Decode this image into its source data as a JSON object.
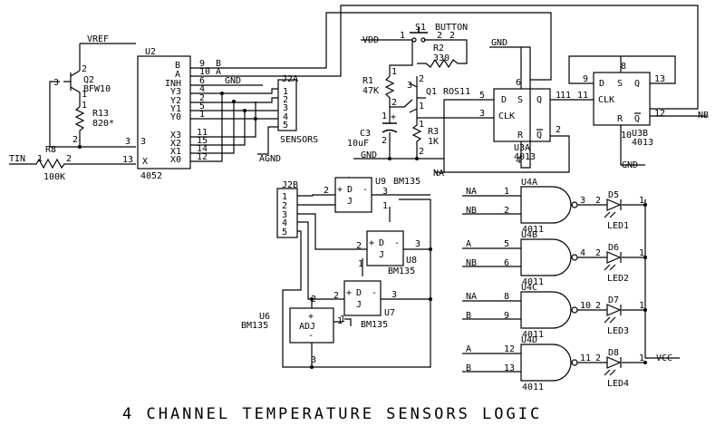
{
  "title": "4 CHANNEL TEMPERATURE SENSORS LOGIC",
  "u2": {
    "ref": "U2",
    "part": "4052",
    "pins_right": [
      "9",
      "10",
      "6",
      "4",
      "2",
      "5",
      "1",
      "11",
      "15",
      "14",
      "12"
    ],
    "names": [
      "B",
      "A",
      "INH",
      "Y3",
      "Y2",
      "Y1",
      "Y0",
      "X3",
      "X2",
      "X1",
      "X0"
    ],
    "pin3": "3",
    "pin13": "13",
    "x": "X",
    "b": "B",
    "a": "A",
    "gnd": "GND"
  },
  "q2": {
    "ref": "Q2",
    "part": "BFW10",
    "p3": "3",
    "p2": "2",
    "p1": "1"
  },
  "vref": "VREF",
  "r13": {
    "ref": "R13",
    "val": "820*",
    "p1": "1",
    "p2": "2"
  },
  "r8": {
    "ref": "R8",
    "val": "100K",
    "p1": "1",
    "p2": "2"
  },
  "tin": "TIN",
  "j2a": {
    "ref": "J2A",
    "label": "SENSORS",
    "pins": [
      "1",
      "2",
      "3",
      "4",
      "5"
    ]
  },
  "agnd": "AGND",
  "s1": {
    "ref": "S1",
    "label": "BUTTON",
    "p1": "1",
    "p2": "2"
  },
  "vdd": "VDD",
  "r2": {
    "ref": "R2",
    "val": "330",
    "p": "2"
  },
  "r1": {
    "ref": "R1",
    "val": "47K",
    "p1": "1",
    "p2": "2"
  },
  "q1": {
    "ref": "Q1",
    "part": "ROS11",
    "p3": "3",
    "p2": "2",
    "p1": "1"
  },
  "c3": {
    "ref": "C3",
    "val": "10uF",
    "p1": "1",
    "p2": "2"
  },
  "r3": {
    "ref": "R3",
    "val": "1K",
    "p1": "1",
    "p2": "2"
  },
  "gnd": "GND",
  "u3a": {
    "ref": "U3A",
    "part": "4013",
    "d": "D",
    "s": "S",
    "q": "Q",
    "clk": "CLK",
    "r": "R",
    "qb": "Q",
    "p5": "5",
    "p6": "6",
    "p1": "1",
    "p3": "3",
    "p4": "4",
    "p2": "2"
  },
  "u3b": {
    "ref": "U3B",
    "part": "4013",
    "d": "D",
    "s": "S",
    "q": "Q",
    "clk": "CLK",
    "r": "R",
    "qb": "Q",
    "p9": "9",
    "p8": "8",
    "p13": "13",
    "p11": "11",
    "p10": "10",
    "p12": "12"
  },
  "na": "NA",
  "nb": "NB",
  "j2b": {
    "ref": "J2B",
    "pins": [
      "1",
      "2",
      "3",
      "4",
      "5"
    ]
  },
  "u9": {
    "ref": "U9",
    "part": "BM135",
    "p2": "2",
    "p3": "3",
    "p1": "1"
  },
  "u8": {
    "ref": "U8",
    "part": "BM135",
    "p2": "2",
    "p3": "3",
    "p1": "1"
  },
  "u7": {
    "ref": "U7",
    "part": "BM135",
    "p2": "2",
    "p3": "3",
    "p1": "1"
  },
  "u6": {
    "ref": "U6",
    "part": "BM135",
    "adj": "ADJ",
    "p1": "1",
    "p2": "2",
    "p3": "3"
  },
  "sens": {
    "plus": "+",
    "d": "D",
    "j": "J",
    "minus": "-"
  },
  "gates": [
    {
      "ref": "U4A",
      "part": "4011",
      "in1": "NA",
      "in2": "NB",
      "p1": "1",
      "p2": "2",
      "out": "3",
      "d": "D5",
      "led": "LED1"
    },
    {
      "ref": "U4B",
      "part": "4011",
      "in1": "A",
      "in2": "NB",
      "p1": "5",
      "p2": "6",
      "out": "4",
      "d": "D6",
      "led": "LED2"
    },
    {
      "ref": "U4C",
      "part": "4011",
      "in1": "NA",
      "in2": "B",
      "p1": "8",
      "p2": "9",
      "out": "10",
      "d": "D7",
      "led": "LED3"
    },
    {
      "ref": "U4D",
      "part": "4011",
      "in1": "A",
      "in2": "B",
      "p1": "12",
      "p2": "13",
      "out": "11",
      "d": "D8",
      "led": "LED4"
    }
  ],
  "led_pin_a": "2",
  "led_pin_k": "1",
  "vcc": "VCC"
}
